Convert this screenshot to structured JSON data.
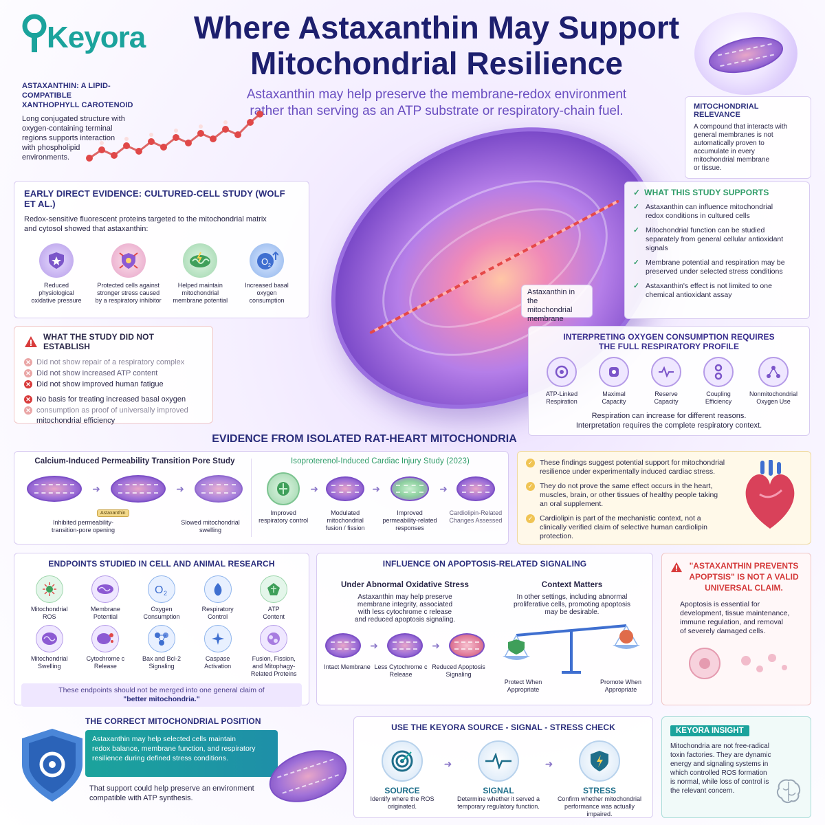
{
  "header": {
    "logo_text": "Keyora",
    "title_line1": "Where Astaxanthin May Support",
    "title_line2": "Mitochondrial Resilience",
    "subtitle_line1": "Astaxanthin may help preserve the membrane-redox environment",
    "subtitle_line2": "rather than serving as an ATP substrate or respiratory-chain fuel."
  },
  "intro": {
    "title_line1": "ASTAXANTHIN: A LIPID-COMPATIBLE",
    "title_line2": "XANTHOPHYLL CAROTENOID",
    "lines": [
      "Long conjugated structure with",
      "oxygen-containing terminal",
      "regions supports interaction",
      "with phospholipid",
      "environments."
    ]
  },
  "relevance": {
    "title": "MITOCHONDRIAL RELEVANCE",
    "lines": [
      "A compound that interacts with",
      "general membranes is not",
      "automatically proven to",
      "accumulate in every",
      "mitochondrial membrane",
      "or tissue."
    ]
  },
  "early": {
    "title": "EARLY DIRECT EVIDENCE: CULTURED-CELL STUDY (WOLF ET AL.)",
    "desc_line1": "Redox-sensitive fluorescent proteins targeted to the mitochondrial matrix",
    "desc_line2": "and cytosol showed that astaxanthin:",
    "items": [
      {
        "l1": "Reduced",
        "l2": "physiological",
        "l3": "oxidative pressure"
      },
      {
        "l1": "Protected cells against",
        "l2": "stronger stress caused",
        "l3": "by a respiratory inhibitor"
      },
      {
        "l1": "Helped maintain",
        "l2": "mitochondrial",
        "l3": "membrane potential"
      },
      {
        "l1": "Increased basal",
        "l2": "oxygen",
        "l3": "consumption"
      }
    ]
  },
  "mito_label": {
    "l1": "Astaxanthin in the",
    "l2": "mitochondrial",
    "l3": "membrane"
  },
  "supports": {
    "title": "WHAT THIS STUDY SUPPORTS",
    "items": [
      {
        "l1": "Astaxanthin can influence mitochondrial",
        "l2": "redox conditions in cultured cells"
      },
      {
        "l1": "Mitochondrial function can be studied",
        "l2": "separately from general cellular antioxidant",
        "l3": "signals"
      },
      {
        "l1": "Membrane potential and respiration may be",
        "l2": "preserved under selected stress conditions"
      },
      {
        "l1": "Astaxanthin's effect is not limited to one",
        "l2": "chemical antioxidant assay"
      }
    ]
  },
  "not_established": {
    "title": "WHAT THE STUDY DID NOT ESTABLISH",
    "items": [
      "Did not show repair of a respiratory complex",
      "Did not show increased ATP content",
      "Did not show improved human fatigue",
      "No basis for treating increased basal oxygen",
      "consumption as proof of universally improved",
      "mitochondrial efficiency"
    ]
  },
  "oxygen": {
    "title_line1": "INTERPRETING OXYGEN CONSUMPTION REQUIRES",
    "title_line2": "THE FULL RESPIRATORY PROFILE",
    "items": [
      {
        "l1": "ATP-Linked",
        "l2": "Respiration"
      },
      {
        "l1": "Maximal",
        "l2": "Capacity"
      },
      {
        "l1": "Reserve",
        "l2": "Capacity"
      },
      {
        "l1": "Coupling",
        "l2": "Efficiency"
      },
      {
        "l1": "Nonmitochondrial",
        "l2": "Oxygen Use"
      }
    ],
    "foot_line1": "Respiration can increase for different reasons.",
    "foot_line2": "Interpretation requires the complete respiratory context."
  },
  "rat": {
    "title": "EVIDENCE FROM ISOLATED RAT-HEART MITOCHONDRIA",
    "calcium_title": "Calcium-Induced Permeability Transition Pore Study",
    "tag": "Astaxanthin",
    "calcium_items": [
      {
        "l1": "Inhibited permeability-",
        "l2": "transition-pore opening"
      },
      {
        "l1": "Slowed mitochondrial",
        "l2": "swelling"
      }
    ],
    "iso_title": "Isoproterenol-Induced Cardiac Injury Study (2023)",
    "iso_items": [
      {
        "l1": "Improved",
        "l2": "respiratory control",
        "l3": ""
      },
      {
        "l1": "Modulated",
        "l2": "mitochondrial",
        "l3": "fusion / fission"
      },
      {
        "l1": "Improved",
        "l2": "permeability-related",
        "l3": "responses"
      },
      {
        "l1": "Cardiolipin-Related",
        "l2": "Changes Assessed",
        "l3": ""
      }
    ]
  },
  "findings": {
    "items": [
      {
        "l1": "These findings suggest potential support for mitochondrial",
        "l2": "resilience under experimentally induced cardiac stress.",
        "l3": ""
      },
      {
        "l1": "They do not prove the same effect occurs in the heart,",
        "l2": "muscles, brain, or other tissues of healthy people taking",
        "l3": "an oral supplement."
      },
      {
        "l1": "Cardiolipin is part of the mechanistic context, not a",
        "l2": "clinically verified claim of selective human cardiolipin",
        "l3": "protection."
      }
    ]
  },
  "endpoints": {
    "title": "ENDPOINTS STUDIED IN CELL AND ANIMAL RESEARCH",
    "items": [
      {
        "l1": "Mitochondrial",
        "l2": "ROS",
        "l3": ""
      },
      {
        "l1": "Membrane",
        "l2": "Potential",
        "l3": ""
      },
      {
        "l1": "Oxygen",
        "l2": "Consumption",
        "l3": ""
      },
      {
        "l1": "Respiratory",
        "l2": "Control",
        "l3": ""
      },
      {
        "l1": "ATP",
        "l2": "Content",
        "l3": ""
      },
      {
        "l1": "Mitochondrial",
        "l2": "Swelling",
        "l3": ""
      },
      {
        "l1": "Cytochrome c",
        "l2": "Release",
        "l3": ""
      },
      {
        "l1": "Bax and Bcl-2",
        "l2": "Signaling",
        "l3": ""
      },
      {
        "l1": "Caspase",
        "l2": "Activation",
        "l3": ""
      },
      {
        "l1": "Fusion, Fission,",
        "l2": "and Mitophagy-",
        "l3": "Related Proteins"
      }
    ],
    "foot_line1": "These endpoints should not be merged into one general claim of",
    "foot_line2": "\"better mitochondria.\""
  },
  "apoptosis": {
    "title": "INFLUENCE ON APOPTOSIS-RELATED SIGNALING",
    "left_title": "Under Abnormal Oxidative Stress",
    "left_lines": [
      "Astaxanthin may help preserve",
      "membrane integrity, associated",
      "with less cytochrome c release",
      "and reduced apoptosis signaling."
    ],
    "left_items": [
      {
        "l1": "Intact Membrane",
        "l2": ""
      },
      {
        "l1": "Less Cytochrome c",
        "l2": "Release"
      },
      {
        "l1": "Reduced Apoptosis",
        "l2": "Signaling"
      }
    ],
    "right_title": "Context Matters",
    "right_lines": [
      "In other settings, including abnormal",
      "proliferative cells, promoting apoptosis",
      "may be desirable."
    ],
    "protect_l1": "Protect When",
    "protect_l2": "Appropriate",
    "promote_l1": "Promote When",
    "promote_l2": "Appropriate"
  },
  "invalid": {
    "title_l1": "\"ASTAXANTHIN PREVENTS",
    "title_l2": "APOPTSIS\" IS NOT A VALID",
    "title_l3": "UNIVERSAL CLAIM.",
    "lines": [
      "Apoptosis is essential for",
      "development, tissue maintenance,",
      "immune regulation, and removal",
      "of severely damaged cells."
    ]
  },
  "position": {
    "title": "THE CORRECT MITOCHONDRIAL POSITION",
    "banner_lines": [
      "Astaxanthin may help selected cells maintain",
      "redox balance, membrane function, and respiratory",
      "resilience during defined stress conditions."
    ],
    "foot_line1": "That support could help preserve an environment",
    "foot_line2": "compatible with ATP synthesis."
  },
  "source_check": {
    "title": "USE THE KEYORA SOURCE - SIGNAL - STRESS CHECK",
    "items": [
      {
        "name": "SOURCE",
        "l1": "Identify where the ROS",
        "l2": "originated."
      },
      {
        "name": "SIGNAL",
        "l1": "Determine whether it served a",
        "l2": "temporary regulatory function."
      },
      {
        "name": "STRESS",
        "l1": "Confirm whether mitochondrial",
        "l2": "performance was actually impaired."
      }
    ]
  },
  "insight": {
    "title": "KEYORA INSIGHT",
    "lines": [
      "Mitochondria are not free-radical",
      "toxin factories. They are dynamic",
      "energy and signaling systems in",
      "which controlled ROS formation",
      "is normal, while loss of control is",
      "the relevant concern."
    ]
  },
  "colors": {
    "teal": "#1ba39c",
    "navy": "#1d1f6e",
    "purple": "#6a4fc1",
    "red": "#d43a3a",
    "green": "#2e9c68",
    "gold": "#f0c454"
  },
  "icons": {
    "alert": "warning-triangle-icon",
    "check": "check-icon",
    "cross": "cross-icon"
  }
}
